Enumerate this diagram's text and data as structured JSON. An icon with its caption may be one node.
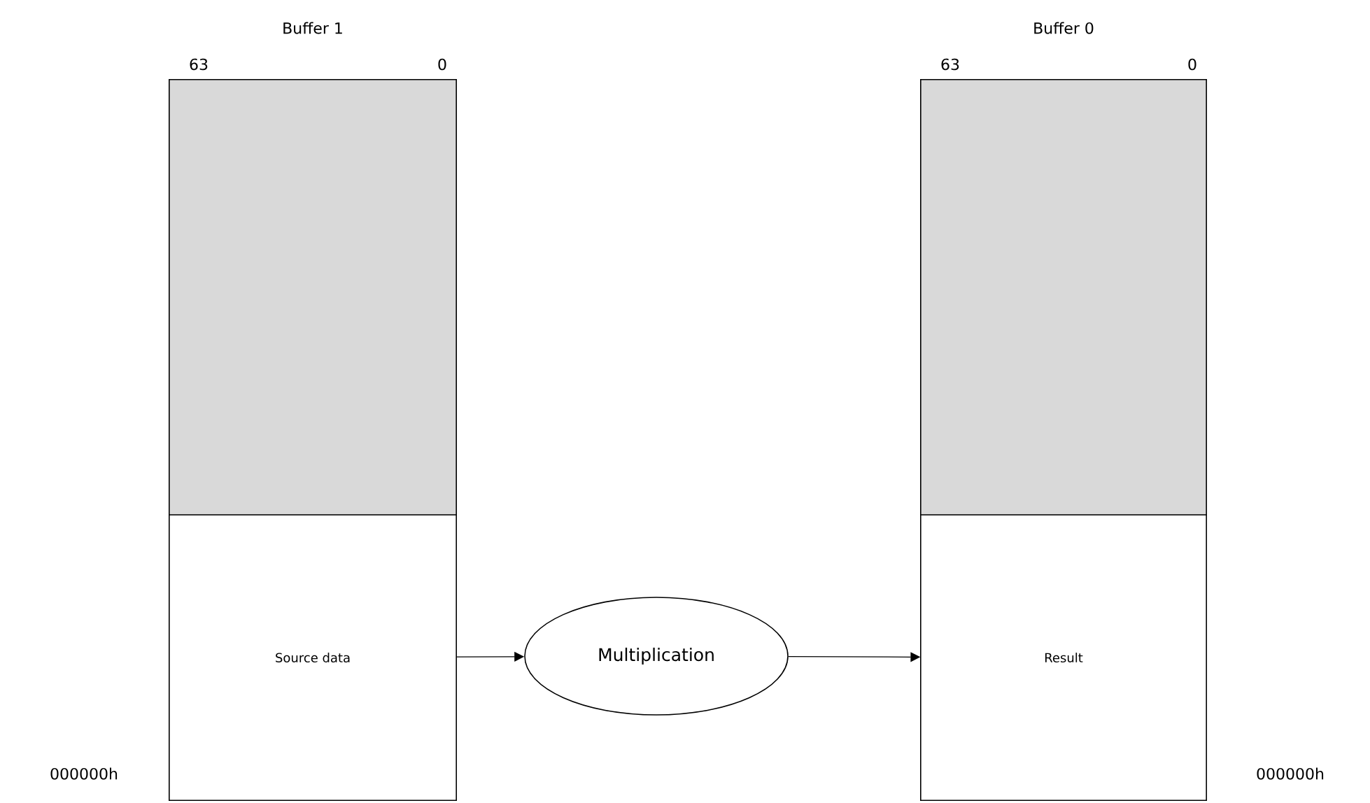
{
  "diagram": {
    "nodes": [
      {
        "text": [
          "Buffer 1"
        ]
      },
      {
        "text": [],
        "shape": "box",
        "in": 0
      },
      {
        "text": [
          "Source data"
        ],
        "in": 0
      },
      {
        "text": [
          "Multiplication"
        ]
      },
      {
        "text": [
          "Buffer 0"
        ]
      },
      {
        "text": [],
        "shape": "box",
        "in": 4
      },
      {
        "text": [
          "Result"
        ],
        "in": 4
      }
    ],
    "edges": [
      {
        "from": 2,
        "to": 3,
        "arrow": "to"
      },
      {
        "from": 3,
        "to": 6,
        "arrow": "to"
      }
    ],
    "labels": [
      "63",
      "0",
      "63",
      "0",
      "000000h",
      "000000h"
    ]
  }
}
